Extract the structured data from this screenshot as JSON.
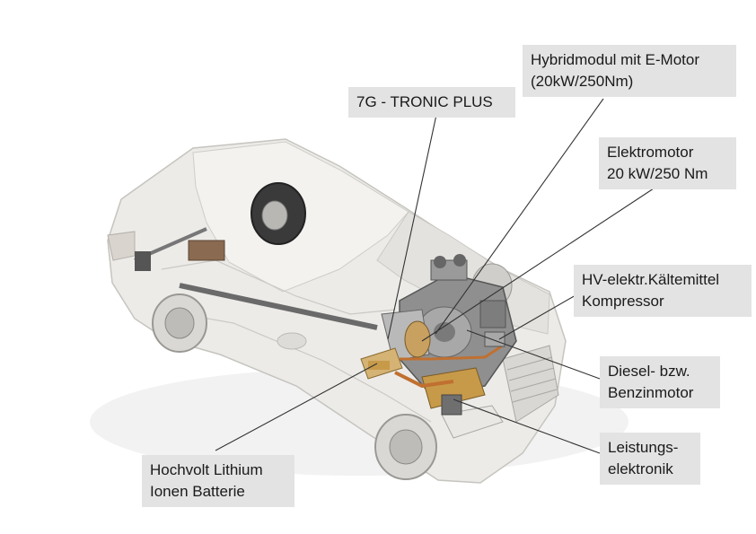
{
  "labels": {
    "hybridmodul": [
      "Hybridmodul mit E-Motor",
      "(20kW/250Nm)"
    ],
    "tronic": [
      "7G - TRONIC PLUS"
    ],
    "elektromotor": [
      "Elektromotor",
      "20 kW/250 Nm"
    ],
    "kompressor": [
      "HV-elektr.Kältemittel",
      "Kompressor"
    ],
    "motor": [
      "Diesel- bzw.",
      "Benzinmotor"
    ],
    "leistung": [
      "Leistungs-",
      "elektronik"
    ],
    "batterie": [
      "Hochvolt Lithium",
      "Ionen Batterie"
    ]
  },
  "colors": {
    "label_bg": "#e3e3e3",
    "leader_line": "#333333",
    "body_shell": "#e8e6e2",
    "engine": "#8f8f90",
    "components": "#c79a4a"
  }
}
